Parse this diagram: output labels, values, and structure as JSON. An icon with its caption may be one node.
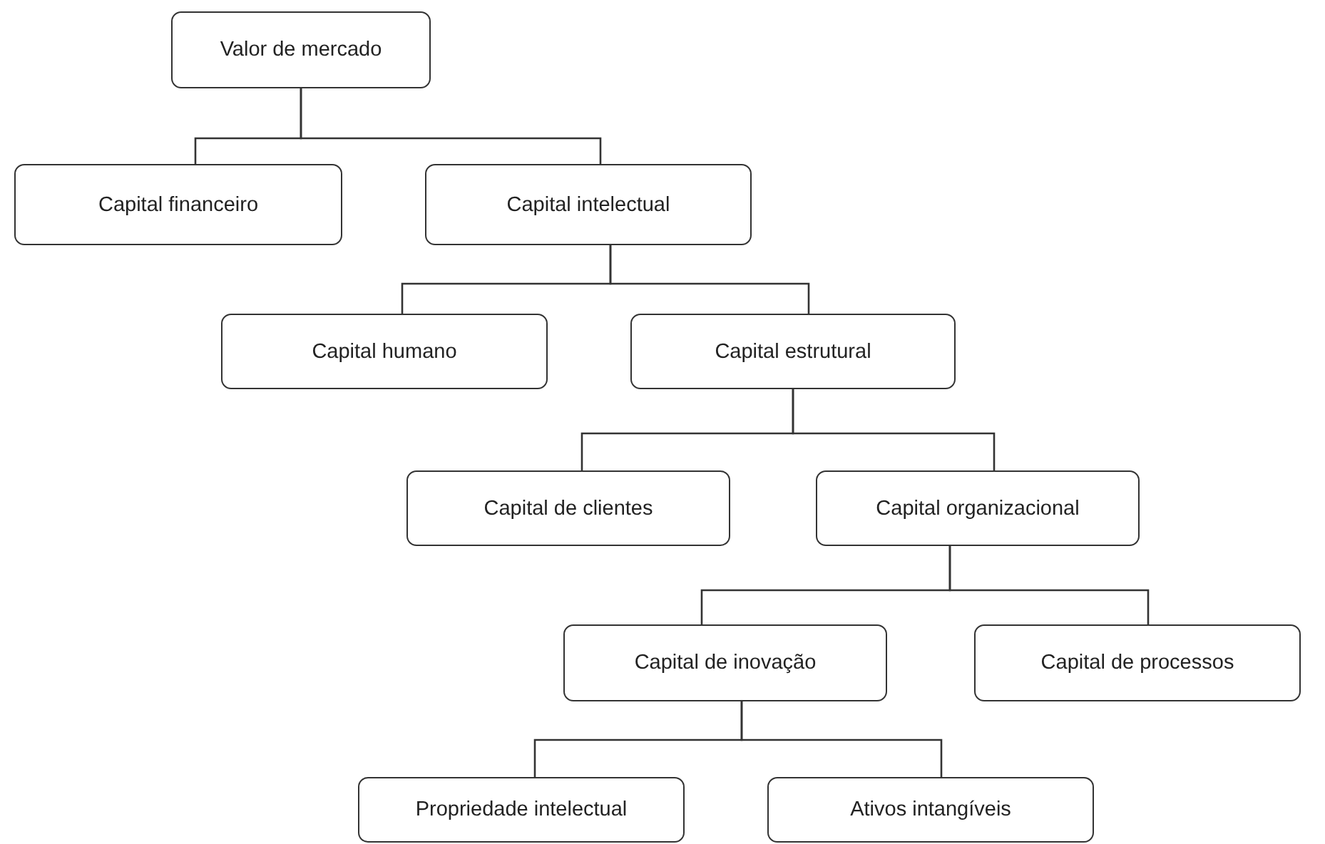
{
  "diagram": {
    "nodes": [
      {
        "text": [
          "Valor de mercado"
        ]
      },
      {
        "text": [
          "Capital financeiro"
        ]
      },
      {
        "text": [
          "Capital intelectual"
        ]
      },
      {
        "text": [
          "Capital humano"
        ]
      },
      {
        "text": [
          "Capital estrutural"
        ]
      },
      {
        "text": [
          "Capital de clientes"
        ]
      },
      {
        "text": [
          "Capital organizacional"
        ]
      },
      {
        "text": [
          "Capital de inovação"
        ]
      },
      {
        "text": [
          "Capital de processos"
        ]
      },
      {
        "text": [
          "Propriedade intelectual"
        ]
      },
      {
        "text": [
          "Ativos intangíveis"
        ]
      }
    ],
    "edges": [
      {
        "from": 0,
        "to": 1,
        "arrow": "none"
      },
      {
        "from": 0,
        "to": 2,
        "arrow": "none"
      },
      {
        "from": 2,
        "to": 3,
        "arrow": "none"
      },
      {
        "from": 2,
        "to": 4,
        "arrow": "none"
      },
      {
        "from": 4,
        "to": 5,
        "arrow": "none"
      },
      {
        "from": 4,
        "to": 6,
        "arrow": "none"
      },
      {
        "from": 6,
        "to": 7,
        "arrow": "none"
      },
      {
        "from": 6,
        "to": 8,
        "arrow": "none"
      },
      {
        "from": 7,
        "to": 9,
        "arrow": "none"
      },
      {
        "from": 7,
        "to": 10,
        "arrow": "none"
      }
    ]
  }
}
